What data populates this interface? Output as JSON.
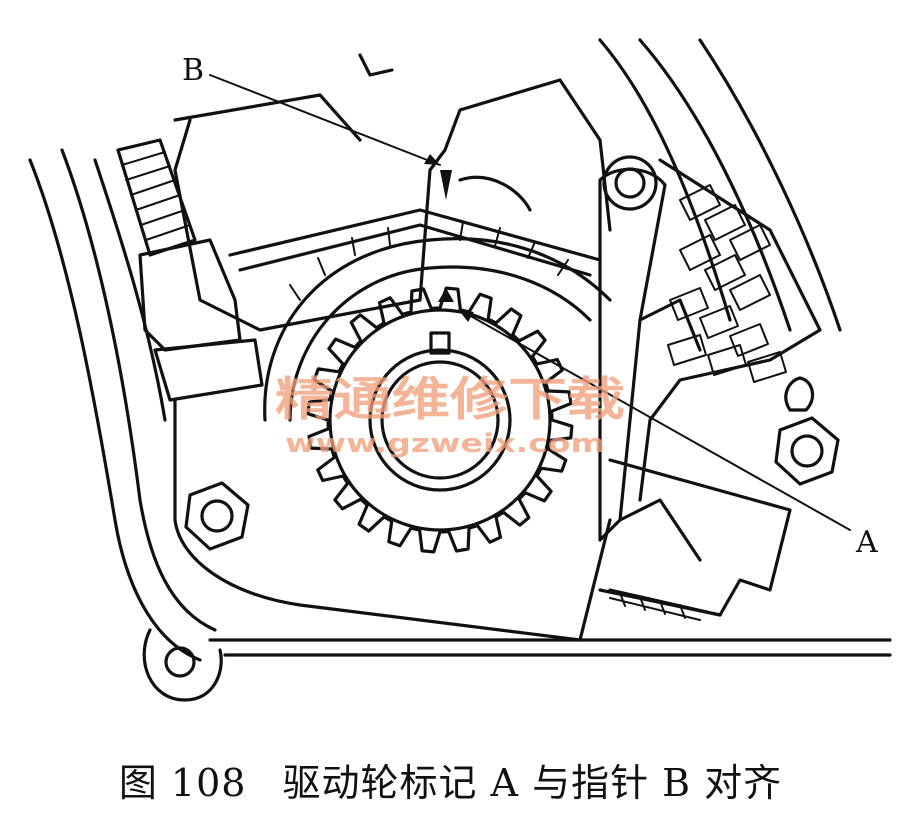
{
  "labels": {
    "pointer": "B",
    "drive_mark": "A"
  },
  "watermark": {
    "chinese": "精通维修下载",
    "url": "www.gzweix.com"
  },
  "caption": {
    "figure_no": "图 108",
    "text": "驱动轮标记 A 与指针 B 对齐"
  },
  "colors": {
    "line": "#111111",
    "watermark": "#f0a07a",
    "background": "#ffffff"
  }
}
